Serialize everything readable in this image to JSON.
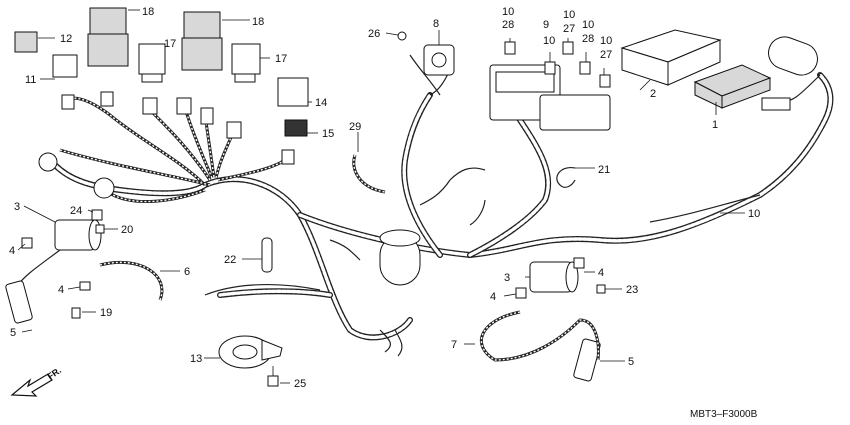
{
  "diagram": {
    "part_labels": {
      "p1": "1",
      "p2": "2",
      "p3a": "3",
      "p3b": "3",
      "p4a": "4",
      "p4b": "4",
      "p4c": "4",
      "p4d": "4",
      "p5a": "5",
      "p5b": "5",
      "p6": "6",
      "p7": "7",
      "p8": "8",
      "p9": "9",
      "p10a": "10",
      "p10b": "10",
      "p10c": "10",
      "p10d": "10",
      "p10e": "10",
      "p10f": "10",
      "p11": "11",
      "p12": "12",
      "p13": "13",
      "p14": "14",
      "p15": "15",
      "p17a": "17",
      "p17b": "17",
      "p18a": "18",
      "p18b": "18",
      "p19": "19",
      "p20": "20",
      "p21": "21",
      "p22": "22",
      "p23": "23",
      "p24": "24",
      "p25": "25",
      "p26": "26",
      "p27a": "27",
      "p27b": "27",
      "p28a": "28",
      "p28b": "28",
      "p29": "29"
    },
    "direction_label": "FR.",
    "figure_code": "MBT3–F3000B"
  }
}
